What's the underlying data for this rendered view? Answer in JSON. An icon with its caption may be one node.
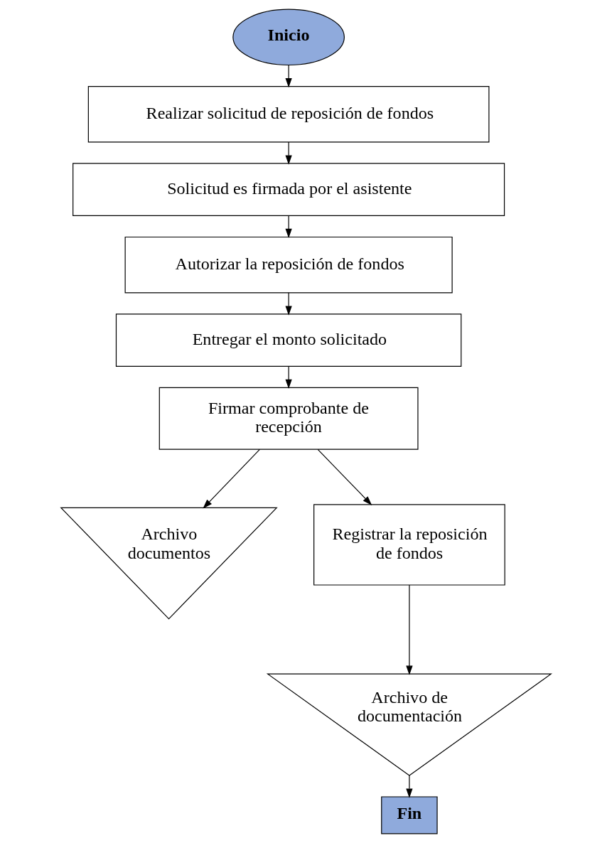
{
  "diagram": {
    "nodes": [
      {
        "text": [
          "Inicio"
        ]
      },
      {
        "text": [
          "Realizar solicitud de reposición de fondos"
        ]
      },
      {
        "text": [
          "Solicitud es firmada por el asistente"
        ]
      },
      {
        "text": [
          "Autorizar la reposición de fondos"
        ]
      },
      {
        "text": [
          "Entregar el monto solicitado"
        ]
      },
      {
        "text": [
          "Firmar comprobante de recepción"
        ]
      },
      {
        "text": [
          "Archivo documentos"
        ]
      },
      {
        "text": [
          "Registrar la reposición de fondos"
        ]
      },
      {
        "text": [
          "Archivo de documentación"
        ]
      },
      {
        "text": [
          "Fin"
        ]
      }
    ],
    "edges": [
      {
        "from": 0,
        "to": 1,
        "arrow": "to"
      },
      {
        "from": 1,
        "to": 2,
        "arrow": "to"
      },
      {
        "from": 2,
        "to": 3,
        "arrow": "to"
      },
      {
        "from": 3,
        "to": 4,
        "arrow": "to"
      },
      {
        "from": 4,
        "to": 5,
        "arrow": "to"
      },
      {
        "from": 5,
        "to": 6,
        "arrow": "to"
      },
      {
        "from": 5,
        "to": 7,
        "arrow": "to"
      },
      {
        "from": 7,
        "to": 8,
        "arrow": "to"
      },
      {
        "from": 8,
        "to": 9,
        "arrow": "to"
      }
    ]
  }
}
